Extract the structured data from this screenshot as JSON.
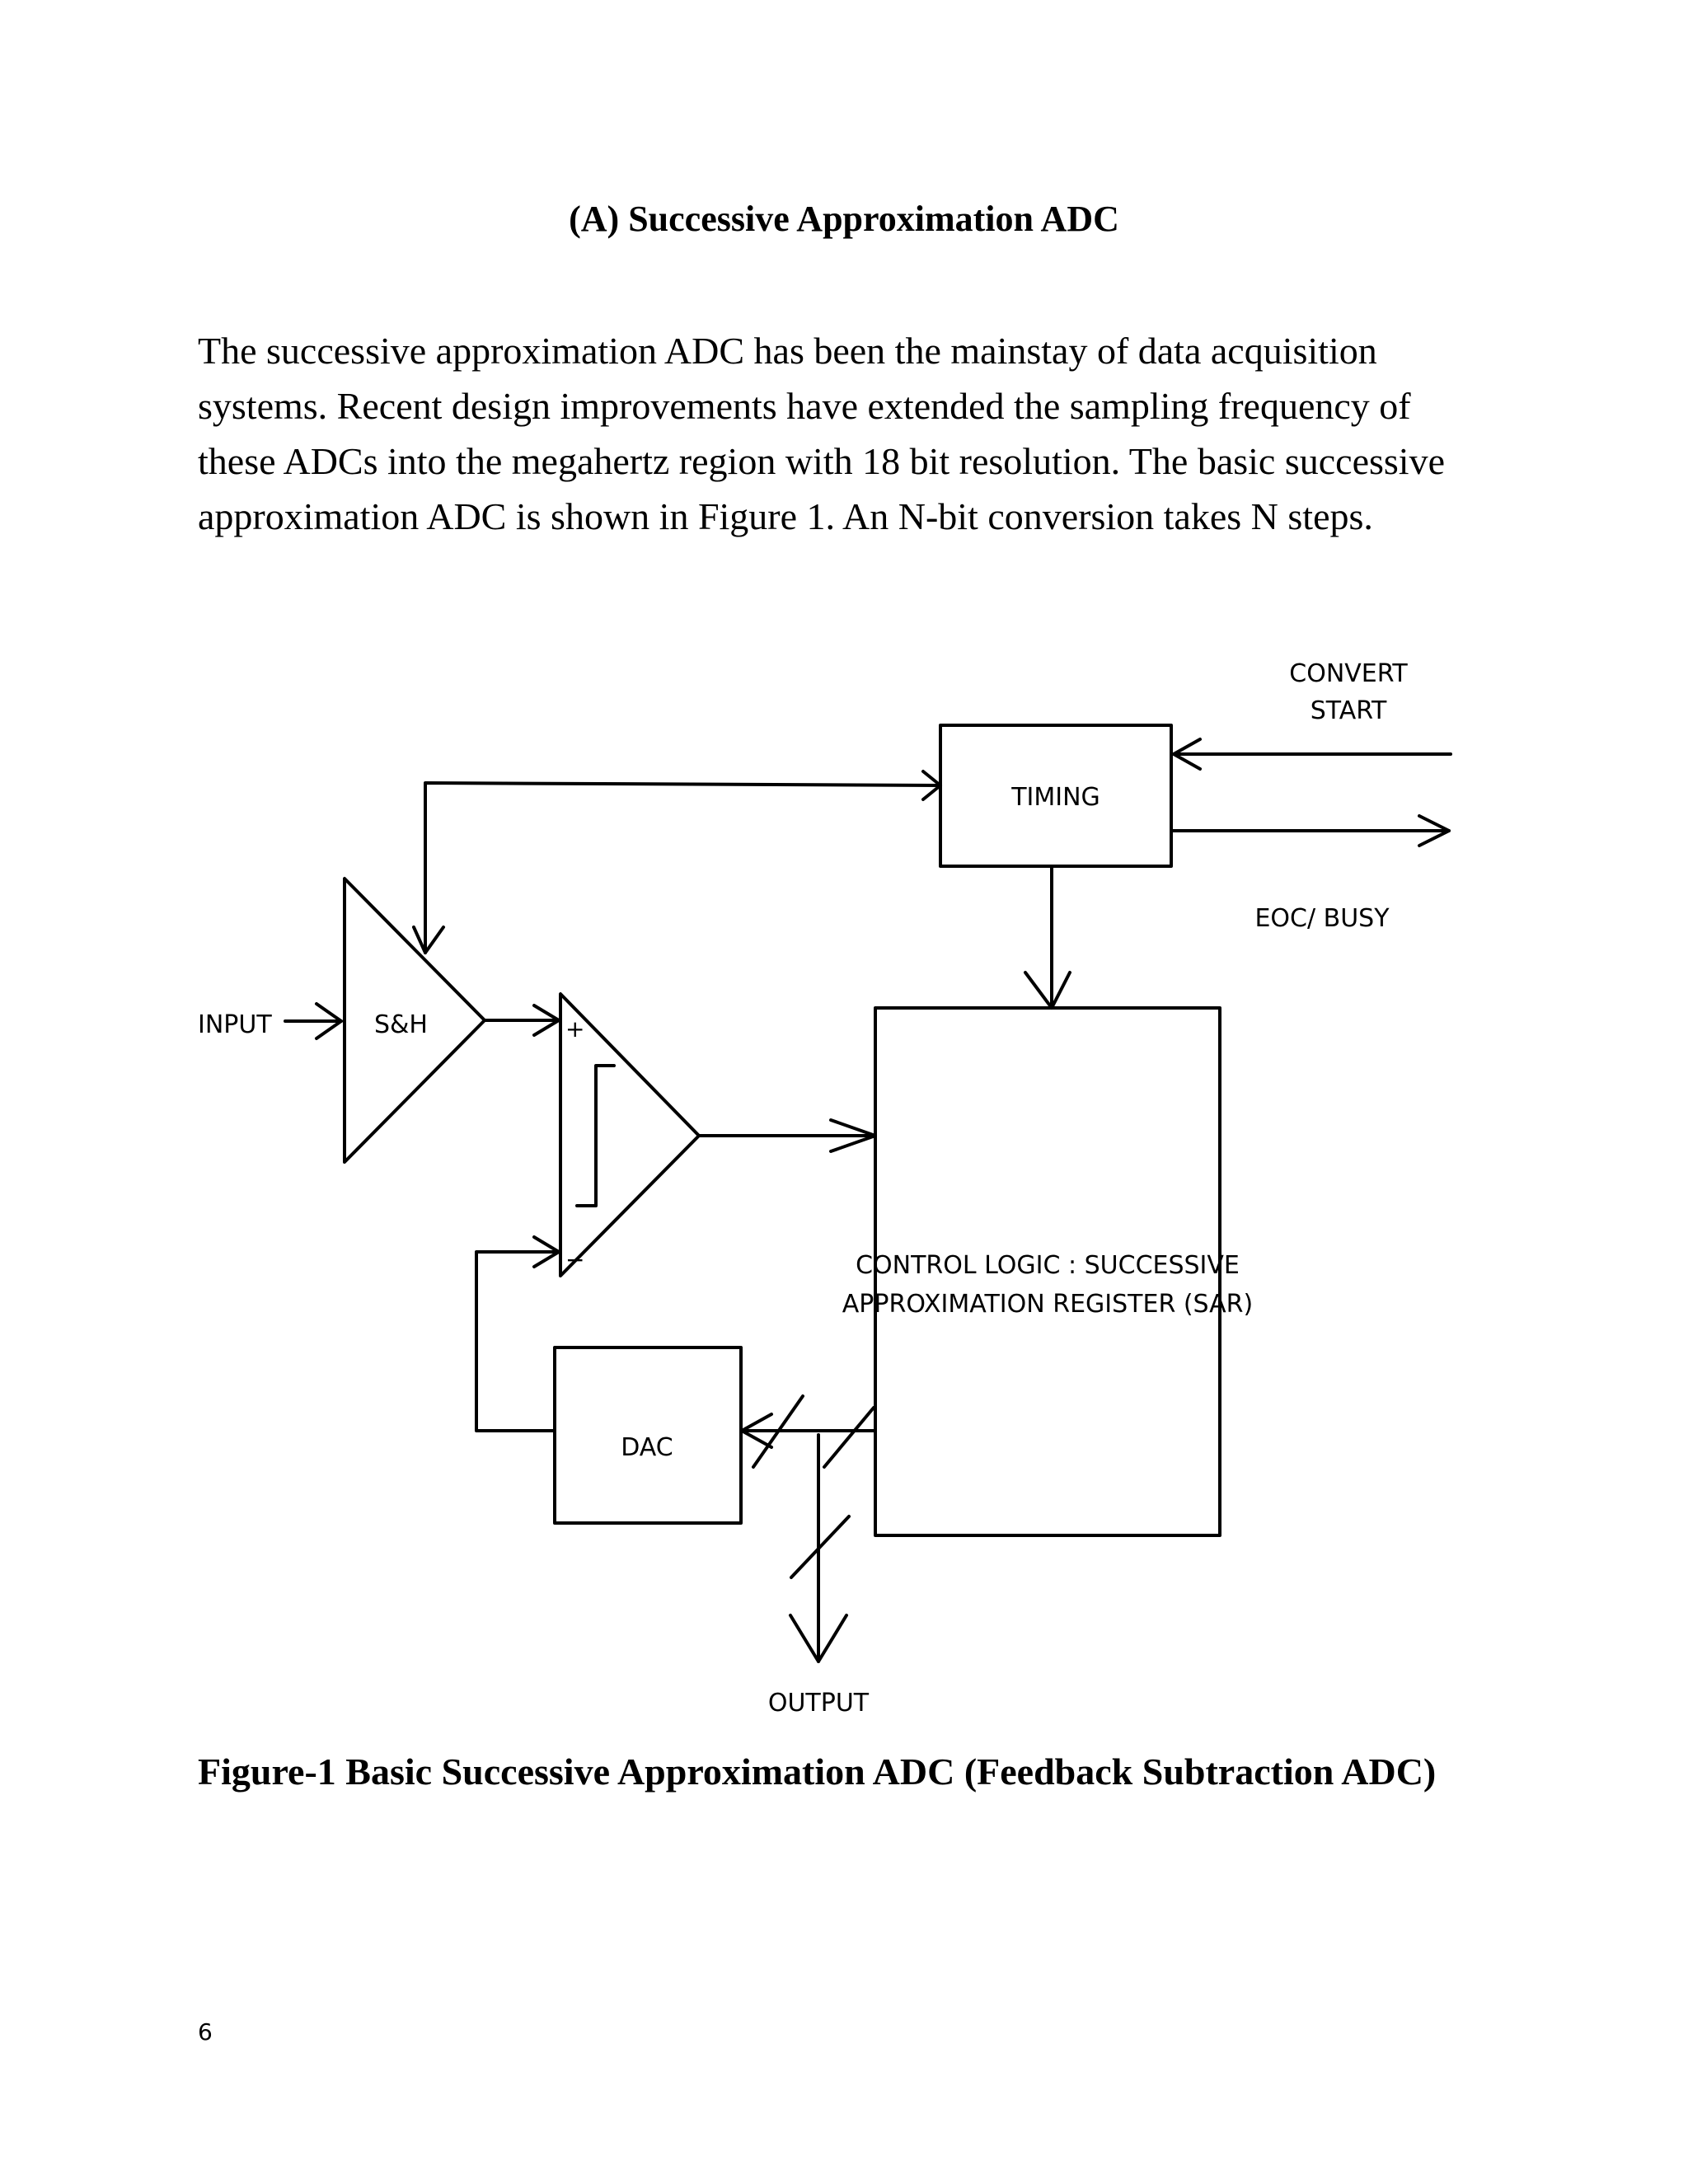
{
  "section_title": "(A) Successive Approximation ADC",
  "paragraph_lines": [
    "The successive approximation ADC has been the mainstay of data acquisition",
    "systems. Recent design improvements have extended the sampling frequency of",
    "these ADCs into the megahertz region with 18 bit resolution. The basic successive",
    "approximation ADC is shown in Figure 1. An N-bit conversion takes N steps."
  ],
  "diagram": {
    "convert_start_line1": "CONVERT",
    "convert_start_line2": "START",
    "timing_label": "TIMING",
    "eoc_busy_label": "EOC/ BUSY",
    "input_label": "INPUT",
    "sample_hold_label": "S&H",
    "comparator_plus": "+",
    "comparator_minus": "−",
    "sar_label_line1": "CONTROL LOGIC : SUCCESSIVE",
    "sar_label_line2": "APPROXIMATION REGISTER (SAR)",
    "dac_label": "DAC",
    "output_label": "OUTPUT"
  },
  "figure_caption": "Figure-1 Basic Successive Approximation ADC (Feedback Subtraction ADC)",
  "page_number": "6"
}
